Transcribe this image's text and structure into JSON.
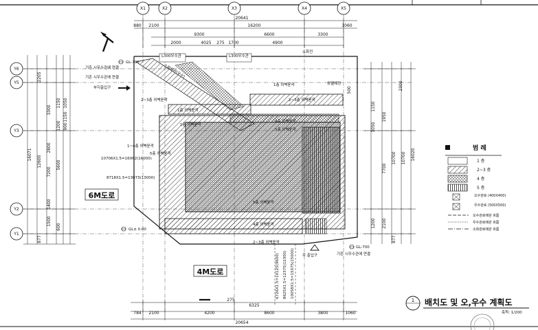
{
  "grid_x": [
    "X1",
    "X2",
    "X3",
    "X4",
    "X5"
  ],
  "grid_y": [
    "Y6",
    "Y5",
    "Y3",
    "Y2",
    "Y1"
  ],
  "dims_top": {
    "overall": "20641",
    "row1": [
      "2100",
      "16200",
      "1060"
    ],
    "left_small": "880",
    "row2": [
      "9300",
      "6600",
      "3300"
    ],
    "row3": [
      "2000",
      "4025",
      "275",
      "1700",
      "4900"
    ]
  },
  "dims_bottom": {
    "row1": [
      "784",
      "2100",
      "4200",
      "8600",
      "3800",
      "1060"
    ],
    "inner": [
      "275",
      "6325"
    ],
    "overall": "20654"
  },
  "dims_left": {
    "overall": "16071",
    "mid": [
      "12600",
      "7200",
      "5600"
    ],
    "row": [
      "2205",
      "3300",
      "1200",
      "2800",
      "1400",
      "1500",
      "877"
    ],
    "small": [
      "1050",
      "1150",
      "1150",
      "900",
      "600"
    ]
  },
  "dims_right": {
    "overall": "16020",
    "mid": [
      "10700",
      "10700",
      "7700"
    ],
    "row": [
      "2300",
      "1950",
      "1150",
      "1050",
      "2100",
      "877"
    ],
    "small": [
      "500",
      "1200"
    ]
  },
  "annotations": {
    "gl_top": "GL-700",
    "gl_left": "GL± 0.00",
    "gl_right": "GL-700",
    "conn_1": "기존 시우수관에 연결",
    "conn_2": "기존 시우수관에 연결",
    "conn_3": "기존 시우수관에 연결",
    "entrance_side": "부지출입구",
    "entrance_main": "주 출입구",
    "label_left1": "10706X1.5=16062(16000)",
    "label_left2": "8718X1.5=13073(13000)",
    "top_note1": "L300우수관",
    "top_note2": "L300우수관",
    "top_note3": "소화전",
    "top_note4": "호텔예정",
    "gutter": "소화배관(우수)",
    "bottom_v1": "6726X1.5=10125(9600)",
    "bottom_v2": "8625X1.5=12375(12300)",
    "bottom_v3": "10058X1.5=15075(15000)"
  },
  "floor_labels": {
    "f1a": "1층 외벽윤곽",
    "f23a": "2~3층 외벽윤곽",
    "f4": "4층 외벽윤곽",
    "f5": "5층 외벽윤곽",
    "f1b": "1층 외벽윤곽",
    "f23b": "2~3층 외벽윤곽",
    "f1c": "1~4층 외벽윤곽",
    "f5b": "5층 외벽윤곽",
    "f5c": "5층 외벽윤곽",
    "f1d": "1층 외벽윤곽",
    "f4b": "4층 외벽윤곽",
    "f23c": "2~3층 외벽윤곽"
  },
  "roads": {
    "left": "6M도로",
    "bottom": "4M도로"
  },
  "legend": {
    "title": "범 례",
    "items": [
      {
        "pattern": "blank",
        "label": "1 층"
      },
      {
        "pattern": "diag",
        "label": "2~3 층"
      },
      {
        "pattern": "cross",
        "label": "4 층"
      },
      {
        "pattern": "vert",
        "label": "5 층"
      },
      {
        "pattern": "box",
        "label": "오수관로 (400X400)"
      },
      {
        "pattern": "boxx",
        "label": "우수관로 (500X500)"
      },
      {
        "pattern": "line1",
        "label": "오수관로배관 흐름"
      },
      {
        "pattern": "line2",
        "label": "우수관로배관 흐름"
      },
      {
        "pattern": "line3",
        "label": "소화관로배관 흐름"
      }
    ]
  },
  "title_block": {
    "number": "1",
    "title": "배치도 및 오,우수 계획도",
    "scale": "축척: 1/200"
  }
}
